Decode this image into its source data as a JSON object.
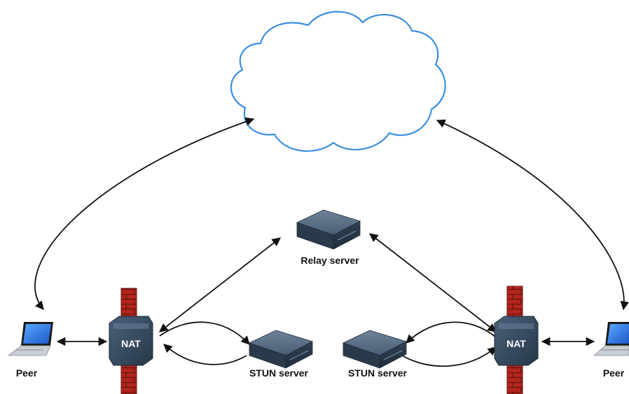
{
  "labels": {
    "relay_server": "Relay server",
    "stun_server": "STUN server",
    "nat": "NAT",
    "peer": "Peer"
  },
  "colors": {
    "cloud_stroke": "#3a8fe0",
    "firewall_brick": "#b3261e",
    "firewall_mortar": "#6e1410",
    "device_body": "#3a4d62",
    "device_top": "#55697f",
    "nat_box": "#2f4256",
    "line": "#111111"
  },
  "icons": {
    "cloud": "internet-cloud-icon",
    "relay": "server-icon",
    "stun": "server-icon",
    "nat": "nat-router-icon",
    "firewall": "firewall-icon",
    "peer": "laptop-icon"
  }
}
